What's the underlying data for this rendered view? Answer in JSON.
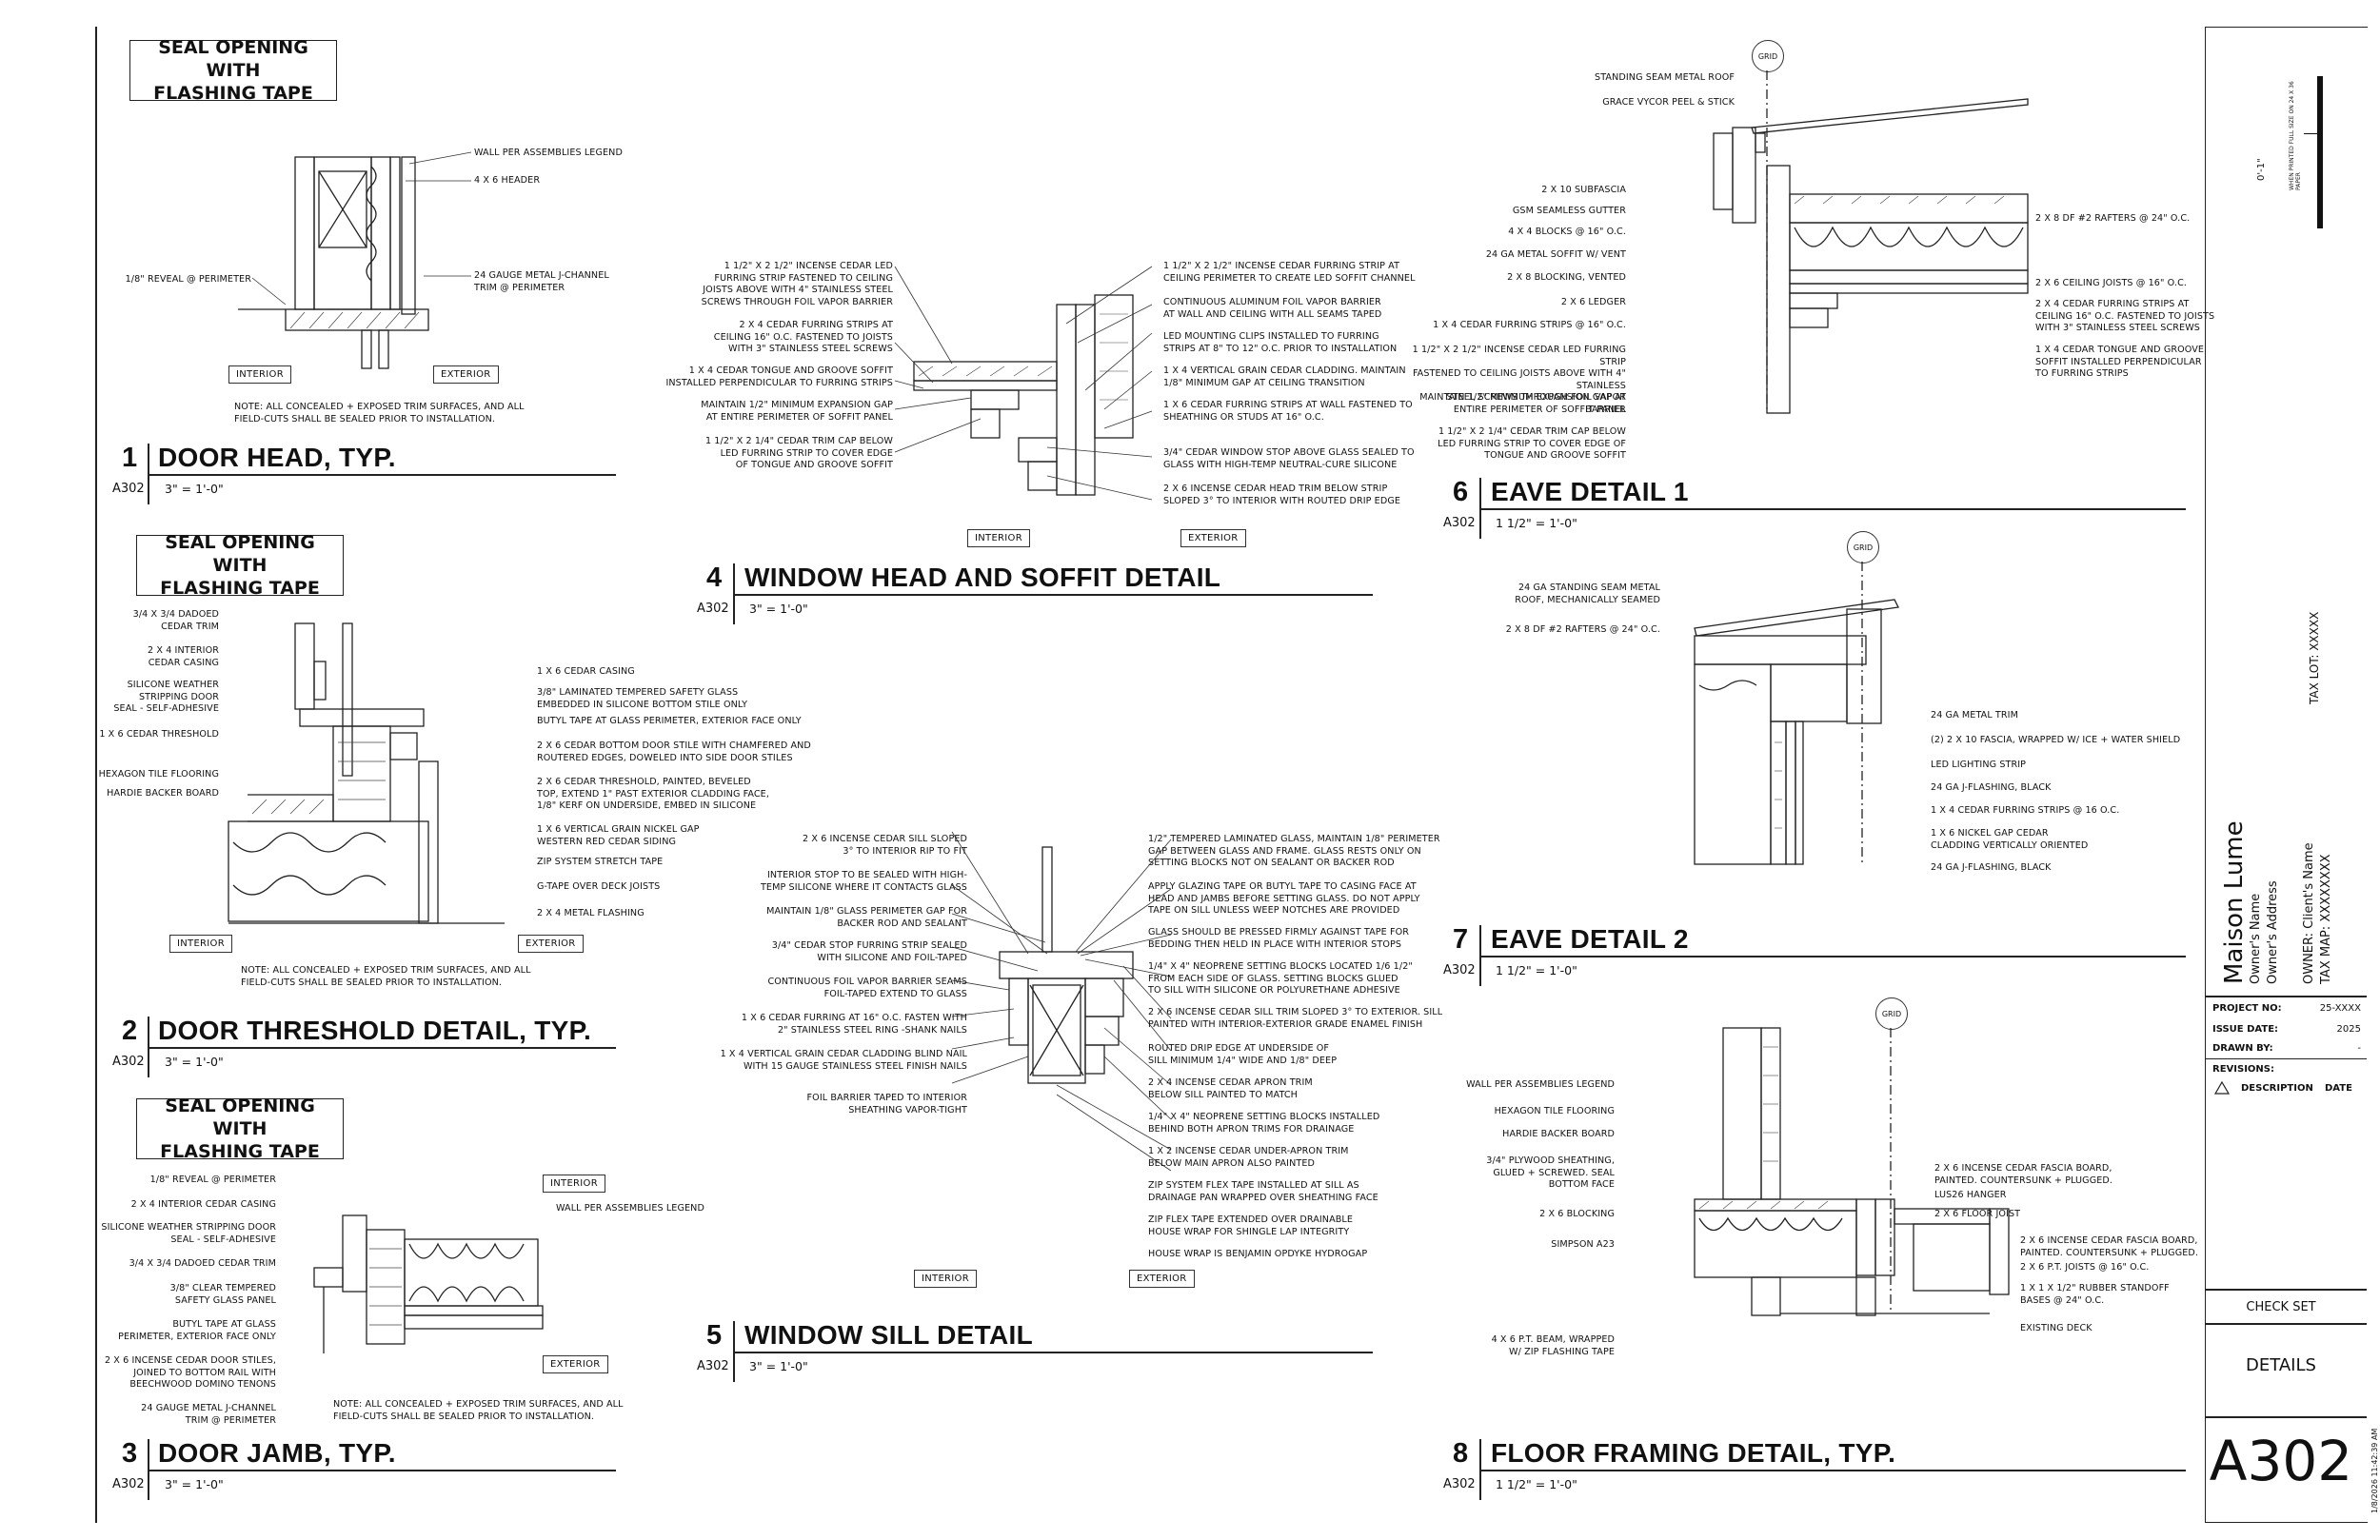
{
  "sheet": {
    "number": "A302",
    "title": "DETAILS",
    "status": "CHECK SET",
    "timestamp": "1/8/2026 11:42:39 AM",
    "tax_lot": "TAX LOT: XXXXX",
    "scale_note": "0'-1\"",
    "rotated_note": "WHEN PRINTED FULL SIZE ON 24 X 36 PAPER",
    "project_name": "Maison Lume",
    "owner_name": "Owner's Name",
    "owner_address": "Owner's Address",
    "owner_client": "OWNER: Client's Name",
    "tax_map": "TAX MAP: XXXXXXXX",
    "project_no_label": "PROJECT NO:",
    "project_no": "25-XXXX",
    "issue_date_label": "ISSUE DATE:",
    "issue_date": "2025",
    "drawn_by_label": "DRAWN BY:",
    "drawn_by": "-",
    "revisions_label": "REVISIONS:",
    "rev_desc_label": "DESCRIPTION",
    "rev_date_label": "DATE"
  },
  "labels": {
    "interior": "INTERIOR",
    "exterior": "EXTERIOR",
    "grid": "GRID",
    "seal_opening": "SEAL OPENING WITH\nFLASHING TAPE"
  },
  "details": [
    {
      "num": "1",
      "title": "DOOR HEAD, TYP.",
      "sheet": "A302",
      "scale": "3\" = 1'-0\"",
      "notes_right": [
        "WALL PER ASSEMBLIES LEGEND",
        "4 x 6 HEADER",
        "24 GAUGE METAL J-CHANNEL\nTRIM @ PERIMETER"
      ],
      "notes_left": [
        "1/8\" REVEAL @ PERIMETER"
      ],
      "general_note": "NOTE: ALL CONCEALED + EXPOSED TRIM SURFACES, AND ALL\nFIELD-CUTS SHALL BE SEALED PRIOR TO INSTALLATION."
    },
    {
      "num": "2",
      "title": "DOOR THRESHOLD DETAIL, TYP.",
      "sheet": "A302",
      "scale": "3\" = 1'-0\"",
      "notes_left": [
        "3/4 x 3/4 DADOED\nCEDAR TRIM",
        "2 X 4 INTERIOR\nCEDAR CASING",
        "SILICONE WEATHER\nSTRIPPING DOOR\nSEAL - SELF-ADHESIVE",
        "1 X 6 CEDAR THRESHOLD",
        "HEXAGON TILE FLOORING",
        "HARDIE BACKER BOARD"
      ],
      "notes_right": [
        "1 x 6 CEDAR CASING",
        "3/8\" LAMINATED TEMPERED SAFETY GLASS\nEMBEDDED IN SILICONE BOTTOM STILE ONLY",
        "BUTYL TAPE AT GLASS PERIMETER, EXTERIOR FACE ONLY",
        "2 x 6 CEDAR BOTTOM DOOR STILE WITH CHAMFERED AND\nROUTERED EDGES, DOWELED INTO SIDE DOOR STILES",
        "2 x 6 CEDAR THRESHOLD, PAINTED, BEVELED\nTOP, EXTEND 1\" PAST EXTERIOR CLADDING FACE,\n1/8\" KERF ON UNDERSIDE, EMBED IN SILICONE",
        "1 X 6 VERTICAL GRAIN NICKEL GAP\nWESTERN RED CEDAR SIDING",
        "ZIP SYSTEM STRETCH TAPE",
        "G-TAPE OVER DECK JOISTS",
        "2 x 4 METAL FLASHING"
      ],
      "general_note": "NOTE: ALL CONCEALED + EXPOSED TRIM SURFACES, AND ALL\nFIELD-CUTS SHALL BE SEALED PRIOR TO INSTALLATION."
    },
    {
      "num": "3",
      "title": "DOOR JAMB, TYP.",
      "sheet": "A302",
      "scale": "3\" = 1'-0\"",
      "notes_left": [
        "1/8\" REVEAL @ PERIMETER",
        "2 x 4 INTERIOR CEDAR CASING",
        "SILICONE WEATHER STRIPPING DOOR\nSEAL - SELF-ADHESIVE",
        "3/4 x 3/4 DADOED CEDAR TRIM",
        "3/8\" CLEAR TEMPERED\nSAFETY GLASS PANEL",
        "BUTYL TAPE AT GLASS\nPERIMETER, EXTERIOR FACE ONLY",
        "2 x 6 INCENSE CEDAR DOOR STILES,\nJOINED TO BOTTOM RAIL WITH\nBEECHWOOD DOMINO TENONS",
        "24 GAUGE METAL J-CHANNEL\nTRIM @ PERIMETER"
      ],
      "notes_right": [
        "WALL PER ASSEMBLIES LEGEND"
      ],
      "general_note": "NOTE: ALL CONCEALED + EXPOSED TRIM SURFACES, AND ALL\nFIELD-CUTS SHALL BE SEALED PRIOR TO INSTALLATION."
    },
    {
      "num": "4",
      "title": "WINDOW HEAD AND SOFFIT DETAIL",
      "sheet": "A302",
      "scale": "3\" = 1'-0\"",
      "notes_left": [
        "1 1/2\" x 2 1/2\" INCENSE CEDAR LED\nFURRING STRIP FASTENED TO CEILING\nJOISTS ABOVE WITH 4\" STAINLESS STEEL\nSCREWS THROUGH FOIL VAPOR BARRIER",
        "2 x 4 CEDAR FURRING STRIPS AT\nCEILING 16\" O.C. FASTENED TO JOISTS\nWITH 3\" STAINLESS STEEL SCREWS",
        "1 x 4 CEDAR TONGUE AND GROOVE SOFFIT\nINSTALLED PERPENDICULAR TO FURRING STRIPS",
        "MAINTAIN 1/2\" MINIMUM EXPANSION GAP\nAT ENTIRE PERIMETER OF SOFFIT PANEL",
        "1 1/2\" x 2 1/4\" CEDAR TRIM CAP BELOW\nLED FURRING STRIP TO COVER EDGE\nOF TONGUE AND GROOVE SOFFIT"
      ],
      "notes_right": [
        "1 1/2\" x 2 1/2\" INCENSE CEDAR FURRING STRIP AT\nCEILING PERIMETER TO CREATE LED SOFFIT CHANNEL",
        "CONTINUOUS ALUMINUM FOIL VAPOR BARRIER\nAT WALL AND CEILING WITH ALL SEAMS TAPED",
        "LED MOUNTING CLIPS INSTALLED TO FURRING\nSTRIPS AT 8\" TO 12\" O.C. PRIOR TO INSTALLATION",
        "1 x 4 VERTICAL GRAIN CEDAR CLADDING. MAINTAIN\n1/8\" MINIMUM GAP AT CEILING TRANSITION",
        "1 x 6 CEDAR FURRING STRIPS AT WALL FASTENED TO\nSHEATHING OR STUDS AT 16\" O.C.",
        "3/4\" CEDAR WINDOW STOP ABOVE GLASS SEALED TO\nGLASS WITH HIGH-TEMP NEUTRAL-CURE SILICONE",
        "2 x 6 INCENSE CEDAR HEAD TRIM BELOW STRIP\nSLOPED 3° TO INTERIOR WITH ROUTED DRIP EDGE"
      ]
    },
    {
      "num": "5",
      "title": "WINDOW SILL DETAIL",
      "sheet": "A302",
      "scale": "3\" = 1'-0\"",
      "notes_left": [
        "2 x 6 INCENSE CEDAR SILL SLOPED\n3° TO INTERIOR RIP TO FIT",
        "INTERIOR STOP TO BE SEALED WITH HIGH-\nTEMP SILICONE WHERE IT CONTACTS GLASS",
        "MAINTAIN 1/8\" GLASS PERIMETER GAP FOR\nBACKER ROD AND SEALANT",
        "3/4\" CEDAR STOP FURRING STRIP SEALED\nWITH SILICONE AND FOIL-TAPED",
        "CONTINUOUS FOIL VAPOR BARRIER SEAMS\nFOIL-TAPED EXTEND TO GLASS",
        "1 x 6 CEDAR FURRING AT 16\" O.C. FASTEN WITH\n2\" STAINLESS STEEL RING -SHANK NAILS",
        "1 x 4 VERTICAL GRAIN CEDAR CLADDING BLIND NAIL\nWITH 15 GAUGE STAINLESS STEEL FINISH NAILS",
        "FOIL BARRIER TAPED TO INTERIOR\nSHEATHING VAPOR-TIGHT"
      ],
      "notes_right": [
        "1/2\" TEMPERED LAMINATED GLASS, MAINTAIN 1/8\" PERIMETER\nGAP BETWEEN GLASS AND FRAME. GLASS RESTS ONLY ON\nSETTING BLOCKS NOT ON SEALANT OR BACKER ROD",
        "APPLY GLAZING TAPE OR BUTYL TAPE TO CASING FACE AT\nHEAD AND JAMBS BEFORE SETTING GLASS. DO NOT APPLY\nTAPE ON SILL UNLESS WEEP NOTCHES ARE PROVIDED",
        "GLASS SHOULD BE PRESSED FIRMLY AGAINST TAPE FOR\nBEDDING THEN HELD IN PLACE WITH INTERIOR STOPS",
        "1/4\" x 4\" NEOPRENE SETTING BLOCKS LOCATED 1/6 1/2\"\nFROM EACH SIDE OF GLASS. SETTING BLOCKS GLUED\nTO SILL WITH SILICONE OR POLYURETHANE ADHESIVE",
        "2 x 6 INCENSE CEDAR SILL TRIM SLOPED 3° TO EXTERIOR. SILL\nPAINTED WITH INTERIOR-EXTERIOR GRADE ENAMEL FINISH",
        "ROUTED DRIP EDGE AT UNDERSIDE OF\nSILL MINIMUM 1/4\" WIDE AND 1/8\" DEEP",
        "2 x 4 INCENSE CEDAR APRON TRIM\nBELOW SILL PAINTED TO MATCH",
        "1/4\" x 4\" NEOPRENE SETTING BLOCKS INSTALLED\nBEHIND BOTH APRON TRIMS FOR DRAINAGE",
        "1 x 2 INCENSE CEDAR UNDER-APRON TRIM\nBELOW MAIN APRON ALSO PAINTED",
        "ZIP SYSTEM FLEX TAPE INSTALLED AT SILL AS\nDRAINAGE PAN WRAPPED OVER SHEATHING FACE",
        "ZIP FLEX TAPE EXTENDED OVER DRAINABLE\nHOUSE WRAP FOR SHINGLE LAP INTEGRITY",
        "HOUSE WRAP IS BENJAMIN OPDYKE HYDROGAP"
      ]
    },
    {
      "num": "6",
      "title": "EAVE DETAIL 1",
      "sheet": "A302",
      "scale": "1 1/2\" = 1'-0\"",
      "notes_left": [
        "STANDING SEAM METAL ROOF",
        "GRACE VYCOR PEEL & STICK",
        "2 x 10 SUBFASCIA",
        "GSM SEAMLESS GUTTER",
        "4 x 4 BLOCKS @ 16\" O.C.",
        "24 GA METAL SOFFIT W/ VENT",
        "2 x 8 BLOCKING, VENTED",
        "2 x 6 LEDGER",
        "1 x 4 CEDAR FURRING STRIPS @ 16\" O.C.",
        "1 1/2\" x 2 1/2\" INCENSE CEDAR LED FURRING STRIP\nFASTENED TO CEILING JOISTS ABOVE WITH 4\" STAINLESS\nSTEEL SCREWS THROUGH FOIL VAPOR BARRIER",
        "MAINTAIN 1/2\" MINIMUM EXPANSION GAP AT\nENTIRE PERIMETER OF SOFFIT PANEL",
        "1 1/2\" x 2 1/4\" CEDAR TRIM CAP BELOW\nLED FURRING STRIP TO COVER EDGE OF\nTONGUE AND GROOVE SOFFIT"
      ],
      "notes_right": [
        "2 x 8 DF #2 RAFTERS @ 24\" O.C.",
        "2 x 6 CEILING JOISTS @ 16\" O.C.",
        "2 x 4 CEDAR FURRING STRIPS AT\nCEILING 16\" O.C. FASTENED TO JOISTS\nWITH 3\" STAINLESS STEEL SCREWS",
        "1 x 4 CEDAR TONGUE AND GROOVE\nSOFFIT INSTALLED PERPENDICULAR\nTO FURRING STRIPS"
      ]
    },
    {
      "num": "7",
      "title": "EAVE DETAIL 2",
      "sheet": "A302",
      "scale": "1 1/2\" = 1'-0\"",
      "notes_left": [
        "24 GA STANDING SEAM METAL\nROOF, MECHANICALLY SEAMED",
        "2 x 8 DF #2 RAFTERS @ 24\" O.C."
      ],
      "notes_right": [
        "24 GA METAL TRIM",
        "(2) 2 x 10 FASCIA, WRAPPED W/ ICE + WATER SHIELD",
        "LED LIGHTING STRIP",
        "24 GA J-FLASHING, BLACK",
        "1 x 4 CEDAR FURRING STRIPS @ 16 O.C.",
        "1 x 6 NICKEL GAP CEDAR\nCLADDING VERTICALLY ORIENTED",
        "24 GA J-FLASHING, BLACK"
      ]
    },
    {
      "num": "8",
      "title": "FLOOR FRAMING DETAIL, TYP.",
      "sheet": "A302",
      "scale": "1 1/2\" = 1'-0\"",
      "notes_left": [
        "WALL PER ASSEMBLIES LEGEND",
        "HEXAGON TILE FLOORING",
        "HARDIE BACKER BOARD",
        "3/4\" PLYWOOD SHEATHING,\nGLUED + SCREWED. SEAL\nBOTTOM FACE",
        "2 x 6 BLOCKING",
        "SIMPSON A23",
        "4 X 6 P.T. BEAM, WRAPPED\nW/ ZIP FLASHING TAPE"
      ],
      "notes_right": [
        "2 x 6  INCENSE CEDAR FASCIA BOARD,\nPAINTED. COUNTERSUNK + PLUGGED.",
        "LUS26 HANGER",
        "2 x 6  FLOOR JOIST",
        "2 x 6  INCENSE CEDAR FASCIA BOARD,\nPAINTED. COUNTERSUNK + PLUGGED.",
        "2 x 6 P.T. JOISTS @ 16\" O.C.",
        "1 x 1 x 1/2\" RUBBER STANDOFF\nBASES @ 24\" O.C.",
        "EXISTING DECK"
      ]
    }
  ]
}
